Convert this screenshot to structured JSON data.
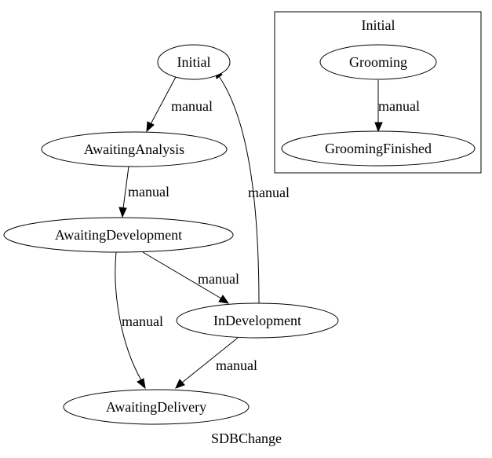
{
  "graph": {
    "label": "SDBChange"
  },
  "cluster": {
    "label": "Initial"
  },
  "nodes": {
    "initial": "Initial",
    "awaiting_analysis": "AwaitingAnalysis",
    "awaiting_development": "AwaitingDevelopment",
    "in_development": "InDevelopment",
    "awaiting_delivery": "AwaitingDelivery",
    "grooming": "Grooming",
    "grooming_finished": "GroomingFinished"
  },
  "edges": {
    "initial_to_analysis": "manual",
    "analysis_to_development": "manual",
    "development_to_indevelopment": "manual",
    "development_to_delivery": "manual",
    "indevelopment_to_delivery": "manual",
    "indevelopment_to_initial": "manual",
    "grooming_to_finished": "manual"
  }
}
